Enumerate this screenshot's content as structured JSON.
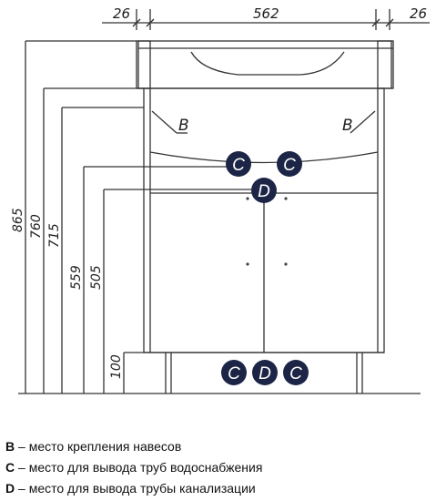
{
  "dimensions": {
    "top_left": "26",
    "top_width": "562",
    "top_right": "26",
    "total_height": "865",
    "h_760": "760",
    "h_715": "715",
    "h_559": "559",
    "h_505": "505",
    "h_100": "100"
  },
  "markers": {
    "mount_left": "B",
    "mount_right": "B",
    "water_left": "C",
    "water_right": "C",
    "drain_upper": "D",
    "bottom_water_left": "C",
    "bottom_drain": "D",
    "bottom_water_right": "C"
  },
  "legend": [
    {
      "key": "B",
      "text": " – место крепления навесов"
    },
    {
      "key": "C",
      "text": " – место для вывода труб водоснабжения"
    },
    {
      "key": "D",
      "text": " – место для вывода трубы канализации"
    }
  ],
  "colors": {
    "badge": "#1c2546",
    "line": "#333333"
  }
}
